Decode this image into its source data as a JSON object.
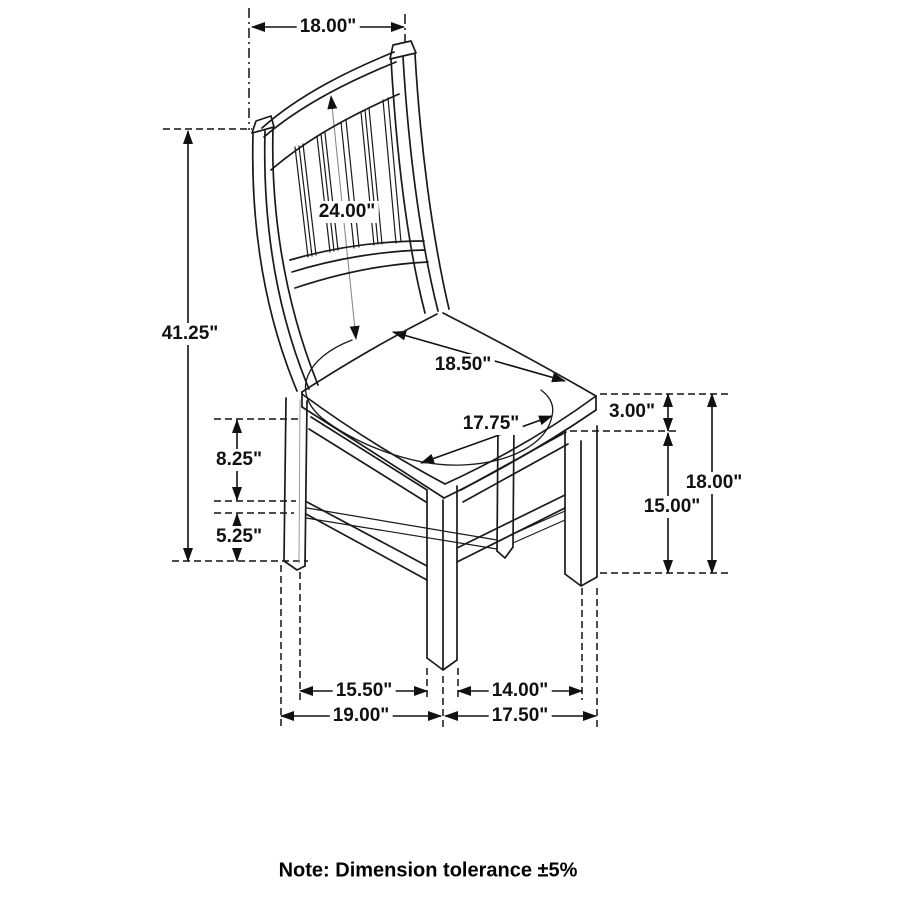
{
  "note": "Note: Dimension tolerance ±5%",
  "dims": {
    "back_width": {
      "label": "18.00\""
    },
    "back_height": {
      "label": "24.00\""
    },
    "total_height": {
      "label": "41.25\""
    },
    "seat_to_stretcher": {
      "label": "8.25\""
    },
    "stretcher_to_floor": {
      "label": "5.25\""
    },
    "seat_depth": {
      "label": "18.50\""
    },
    "seat_width": {
      "label": "17.75\""
    },
    "seat_thickness": {
      "label": "3.00\""
    },
    "stretcher_height": {
      "label": "15.00\""
    },
    "seat_height": {
      "label": "18.00\""
    },
    "base_span_left": {
      "label": "15.50\""
    },
    "base_span_right": {
      "label": "14.00\""
    },
    "base_depth": {
      "label": "19.00\""
    },
    "base_width": {
      "label": "17.50\""
    }
  }
}
